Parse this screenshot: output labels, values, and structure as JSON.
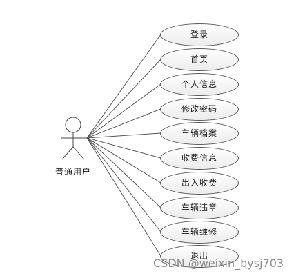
{
  "actor": {
    "label": "普通用户"
  },
  "use_cases": [
    {
      "label": "登录"
    },
    {
      "label": "首页"
    },
    {
      "label": "个人信息"
    },
    {
      "label": "修改密码"
    },
    {
      "label": "车辆档案"
    },
    {
      "label": "收费信息"
    },
    {
      "label": "出入收费"
    },
    {
      "label": "车辆违章"
    },
    {
      "label": "车辆维修"
    },
    {
      "label": "退出"
    }
  ],
  "watermark": "CSDN @weixin_bysj703",
  "colors": {
    "line": "#555555",
    "ellipse_border": "#5a5a5a",
    "watermark": "#8c8c8c"
  }
}
